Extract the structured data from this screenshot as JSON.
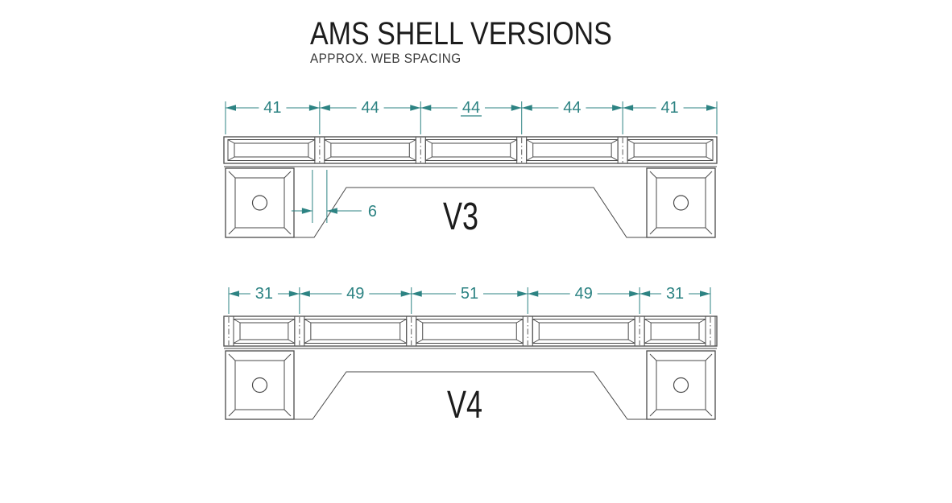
{
  "header": {
    "title": "AMS SHELL VERSIONS",
    "subtitle": "APPROX. WEB SPACING"
  },
  "colors": {
    "line": "#4a4a4a",
    "centerline": "#5a5a5a",
    "dimension": "#2d8383",
    "label": "#1c1c1c",
    "background": "#ffffff"
  },
  "drawings": [
    {
      "label": "V3",
      "web_spacings": [
        41,
        44,
        44,
        44,
        41
      ],
      "underlined_spacing_index": 2,
      "has_edge_webs": false,
      "web_width_dim": {
        "value": 6,
        "at_web_index": 0
      }
    },
    {
      "label": "V4",
      "web_spacings": [
        31,
        49,
        51,
        49,
        31
      ],
      "underlined_spacing_index": null,
      "has_edge_webs": true,
      "web_width_dim": null
    }
  ]
}
